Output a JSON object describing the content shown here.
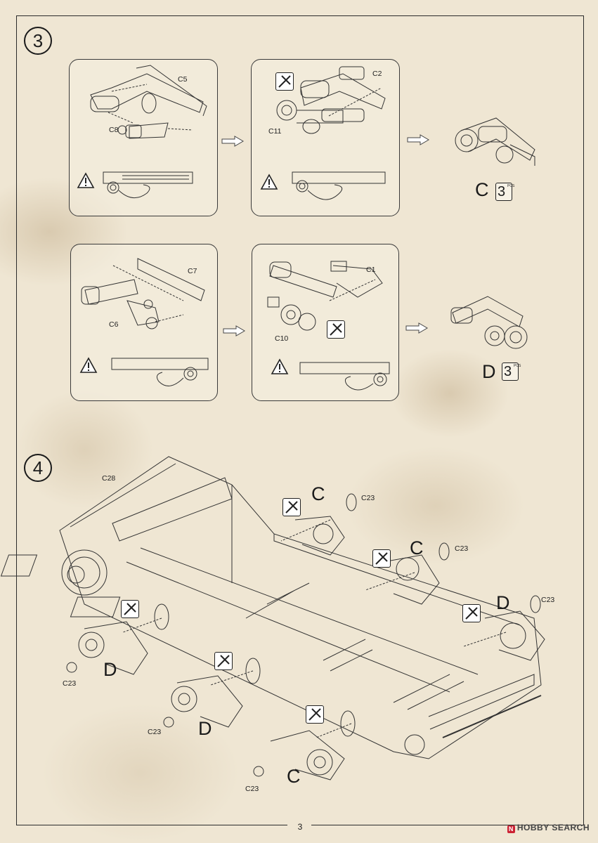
{
  "steps": [
    {
      "number": "3"
    },
    {
      "number": "4"
    }
  ],
  "step3": {
    "row1": {
      "panel_a": {
        "labels": [
          "C5",
          "C8"
        ]
      },
      "panel_b": {
        "labels": [
          "C2",
          "C11"
        ]
      },
      "result": {
        "letter": "C",
        "qty": "3",
        "unit": "PCS"
      }
    },
    "row2": {
      "panel_a": {
        "labels": [
          "C7",
          "C6"
        ]
      },
      "panel_b": {
        "labels": [
          "C1",
          "C10"
        ]
      },
      "result": {
        "letter": "D",
        "qty": "3",
        "unit": "PCS"
      }
    }
  },
  "step4": {
    "hull_label": "C28",
    "assemblies": [
      {
        "letter": "C",
        "washer": "C23"
      },
      {
        "letter": "C",
        "washer": "C23"
      },
      {
        "letter": "D",
        "washer": "C23"
      },
      {
        "letter": "D",
        "washer": "C23"
      },
      {
        "letter": "D",
        "washer": "C23"
      },
      {
        "letter": "C",
        "washer": "C23"
      }
    ]
  },
  "icons": {
    "warning": "warning-triangle-icon",
    "cut": "cut-sprue-icon",
    "arrow": "next-arrow-icon"
  },
  "page_number": "3",
  "watermark": {
    "logo": "N",
    "text": "HOBBY SEARCH"
  }
}
